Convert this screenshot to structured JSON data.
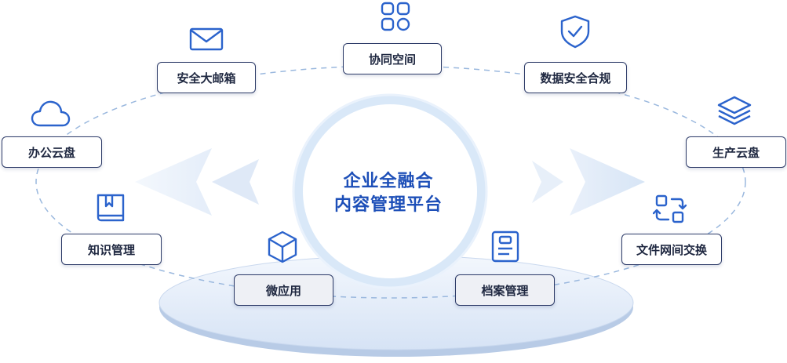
{
  "center": {
    "line1": "企业全融合",
    "line2": "内容管理平台"
  },
  "nodes": {
    "collab": "协同空间",
    "mail": "安全大邮箱",
    "compliance": "数据安全合规",
    "cloud_office": "办公云盘",
    "cloud_prod": "生产云盘",
    "knowledge": "知识管理",
    "exchange": "文件网间交换",
    "microapp": "微应用",
    "archive": "档案管理"
  },
  "icons": {
    "collab": "apps-grid-icon",
    "mail": "envelope-icon",
    "compliance": "shield-check-icon",
    "cloud_office": "cloud-icon",
    "cloud_prod": "layers-stack-icon",
    "knowledge": "book-bookmark-icon",
    "exchange": "swap-arrows-icon",
    "microapp": "cube-icon",
    "archive": "archive-document-icon"
  },
  "colors": {
    "accent": "#1d4fb8",
    "node_border": "#2d3b68",
    "icon": "#2b63cc",
    "ring": "#d9e8f8",
    "dashed_orbit": "#9ab8de",
    "platform": "#dfe9f7"
  }
}
